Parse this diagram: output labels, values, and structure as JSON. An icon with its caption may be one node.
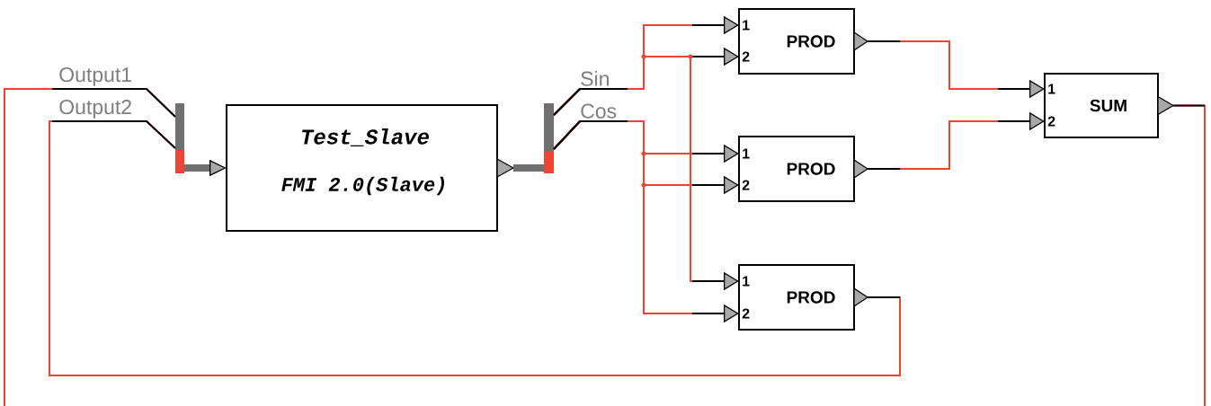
{
  "diagram": {
    "nodes": [
      {
        "text": [],
        "shape": "bar"
      },
      {
        "text": [
          "Test_Slave",
          "FMI 2.0(Slave)"
        ]
      },
      {
        "text": [],
        "shape": "bar"
      },
      {
        "text": [
          "1",
          "PROD",
          "2"
        ]
      },
      {
        "text": [
          "1",
          "PROD",
          "2"
        ]
      },
      {
        "text": [
          "1",
          "PROD",
          "2"
        ]
      },
      {
        "text": [
          "1",
          "SUM",
          "2"
        ]
      }
    ],
    "edges": [
      {
        "from": null,
        "to": 0,
        "arrow": "none",
        "label": "Output1"
      },
      {
        "from": 5,
        "to": 0,
        "arrow": "none",
        "label": "Output2"
      },
      {
        "from": 0,
        "to": 1,
        "arrow": "to",
        "style": "thick",
        "color": "#707070"
      },
      {
        "from": 1,
        "to": 2,
        "arrow": "none",
        "style": "thick",
        "color": "#707070"
      },
      {
        "from": 2,
        "to": 3,
        "arrow": "to",
        "label": "Sin"
      },
      {
        "from": 2,
        "to": 3,
        "arrow": "to"
      },
      {
        "from": 2,
        "to": 5,
        "arrow": "to"
      },
      {
        "from": 2,
        "to": 4,
        "arrow": "to",
        "label": "Cos"
      },
      {
        "from": 2,
        "to": 4,
        "arrow": "to"
      },
      {
        "from": 2,
        "to": 5,
        "arrow": "to"
      },
      {
        "from": 3,
        "to": 6,
        "arrow": "to"
      },
      {
        "from": 4,
        "to": 6,
        "arrow": "to"
      },
      {
        "from": 6,
        "to": null,
        "arrow": "none"
      }
    ]
  }
}
